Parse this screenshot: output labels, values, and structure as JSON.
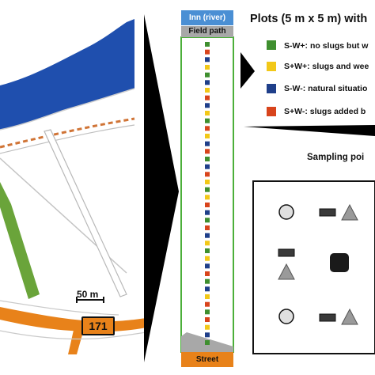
{
  "plot_strip": {
    "top_label": "Inn (river)",
    "field_label": "Field path",
    "bottom_label": "Street",
    "plot_sequence": [
      "S-W+",
      "S+W-",
      "S-W-",
      "S+W+",
      "S-W+",
      "S-W-",
      "S+W+",
      "S+W-",
      "S-W-",
      "S+W+",
      "S-W+",
      "S+W-",
      "S+W+",
      "S-W-",
      "S+W-",
      "S-W+",
      "S-W-",
      "S+W-",
      "S+W+",
      "S-W+",
      "S+W+",
      "S+W-",
      "S-W-",
      "S-W+",
      "S+W-",
      "S-W-",
      "S+W+",
      "S-W+",
      "S+W+",
      "S-W-",
      "S+W-",
      "S-W+",
      "S-W-",
      "S+W+",
      "S+W-",
      "S-W+",
      "S+W-",
      "S+W+",
      "S-W-",
      "S-W+"
    ]
  },
  "legend": {
    "title": "Plots (5 m x 5 m) with",
    "items": [
      {
        "code": "S-W+",
        "label": "S-W+: no slugs but w",
        "color": "#3f8f2f"
      },
      {
        "code": "S+W+",
        "label": "S+W+: slugs and wee",
        "color": "#f2c818"
      },
      {
        "code": "S-W-",
        "label": "S-W-: natural situatio",
        "color": "#1f3f8a"
      },
      {
        "code": "S+W-",
        "label": "S+W-: slugs added b",
        "color": "#d8441c"
      }
    ]
  },
  "sampling": {
    "title": "Sampling poi"
  },
  "map": {
    "scale_label": "50 m",
    "road_number": "171",
    "colors": {
      "river": "#1f4fae",
      "meadow": "#6aa43a",
      "road": "#e8821a",
      "dashed_path": "#d07436"
    }
  }
}
